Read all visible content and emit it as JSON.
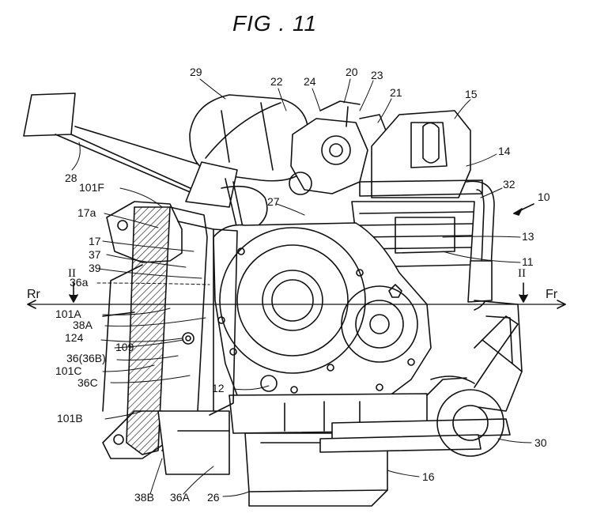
{
  "figure_title": "FIG . 11",
  "directions": {
    "rear": "Rr",
    "front": "Fr"
  },
  "section": {
    "left": "II",
    "right": "II"
  },
  "labels": {
    "l29": "29",
    "l22": "22",
    "l24": "24",
    "l20": "20",
    "l23": "23",
    "l21": "21",
    "l15": "15",
    "l14": "14",
    "l28": "28",
    "l101F": "101F",
    "l27": "27",
    "l32": "32",
    "l10": "10",
    "l17a": "17a",
    "l13": "13",
    "l17": "17",
    "l37": "37",
    "l11": "11",
    "l39": "39",
    "l36a": "36a",
    "l101A": "101A",
    "l38A": "38A",
    "l124": "124",
    "l109": "109",
    "l36_36B": "36(36B)",
    "l101C": "101C",
    "l36C": "36C",
    "l12": "12",
    "l101B": "101B",
    "l30": "30",
    "l16": "16",
    "l38B": "38B",
    "l36A": "36A",
    "l26": "26"
  },
  "colors": {
    "line": "#111111",
    "background": "#ffffff"
  }
}
